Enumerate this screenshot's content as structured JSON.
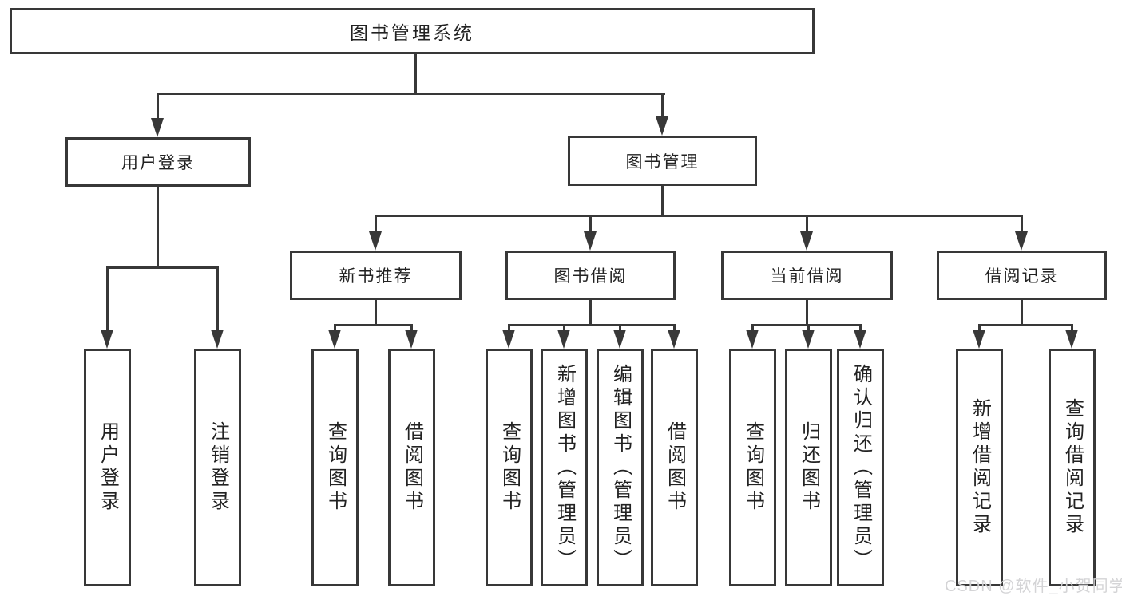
{
  "diagram": {
    "type": "hierarchy-tree",
    "line_color": "#383838",
    "background_color": "#ffffff",
    "tree": {
      "label": "图书管理系统",
      "children": [
        {
          "label": "用户登录",
          "children": [
            {
              "label": "用户登录"
            },
            {
              "label": "注销登录"
            }
          ]
        },
        {
          "label": "图书管理",
          "children": [
            {
              "label": "新书推荐",
              "children": [
                {
                  "label": "查询图书"
                },
                {
                  "label": "借阅图书"
                }
              ]
            },
            {
              "label": "图书借阅",
              "children": [
                {
                  "label": "查询图书"
                },
                {
                  "label": "新增图书（管理员）"
                },
                {
                  "label": "编辑图书（管理员）"
                },
                {
                  "label": "借阅图书"
                }
              ]
            },
            {
              "label": "当前借阅",
              "children": [
                {
                  "label": "查询图书"
                },
                {
                  "label": "归还图书"
                },
                {
                  "label": "确认归还（管理员）"
                }
              ]
            },
            {
              "label": "借阅记录",
              "children": [
                {
                  "label": "新增借阅记录"
                },
                {
                  "label": "查询借阅记录"
                }
              ]
            }
          ]
        }
      ]
    }
  },
  "watermark": {
    "text": "CSDN @软件_小贺同学",
    "color": "#d2d2d4"
  }
}
